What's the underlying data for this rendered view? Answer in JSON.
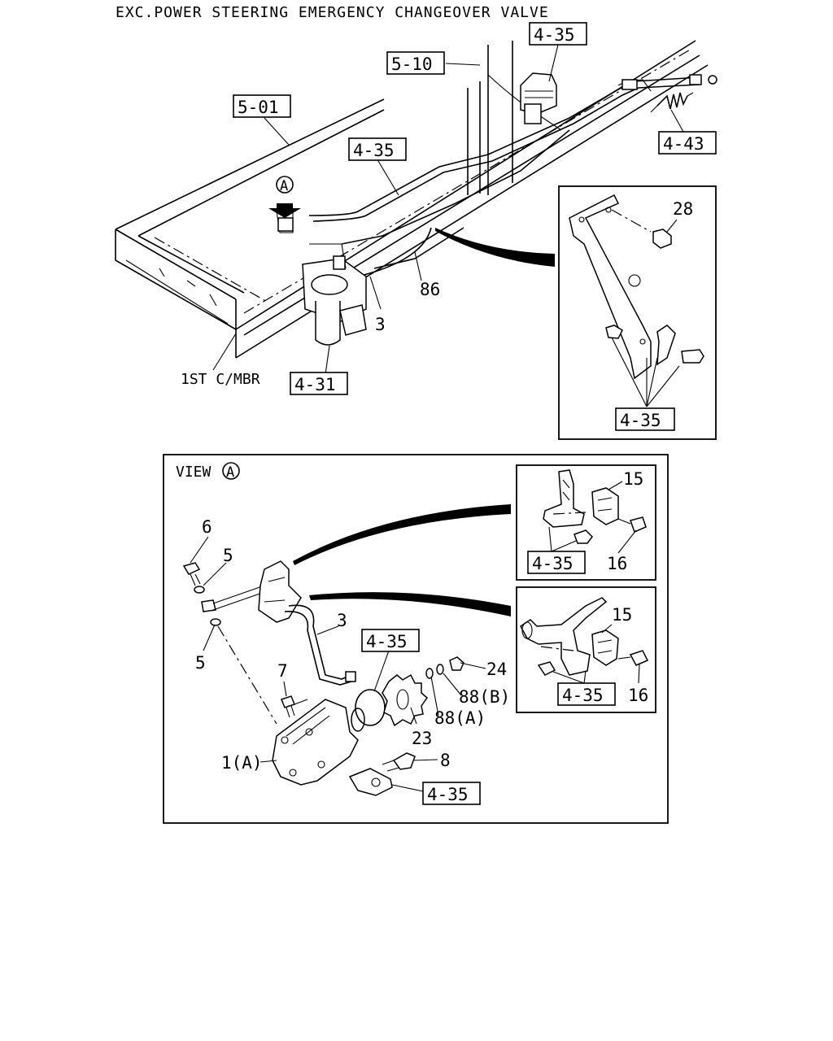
{
  "title": "EXC.POWER STEERING EMERGENCY CHANGEOVER VALVE",
  "refs": {
    "r435_top": "4-35",
    "r510": "5-10",
    "r501": "5-01",
    "r435_mid": "4-35",
    "r443": "4-43",
    "r431": "4-31",
    "r435_inset1": "4-35",
    "r435_view": "4-35",
    "r435_inset2": "4-35",
    "r435_inset3": "4-35",
    "r435_bottom": "4-35"
  },
  "labels": {
    "n86": "86",
    "n3_top": "3",
    "n28": "28",
    "mbr": "1ST C/MBR",
    "view": "VIEW",
    "circ_a_top": "A",
    "circ_a_view": "A",
    "n6": "6",
    "n5a": "5",
    "n5b": "5",
    "n3_view": "3",
    "n7": "7",
    "n24": "24",
    "n88b": "88(B)",
    "n88a": "88(A)",
    "n23": "23",
    "n8": "8",
    "n1a": "1(A)",
    "n15a": "15",
    "n16a": "16",
    "n15b": "15",
    "n16b": "16"
  }
}
